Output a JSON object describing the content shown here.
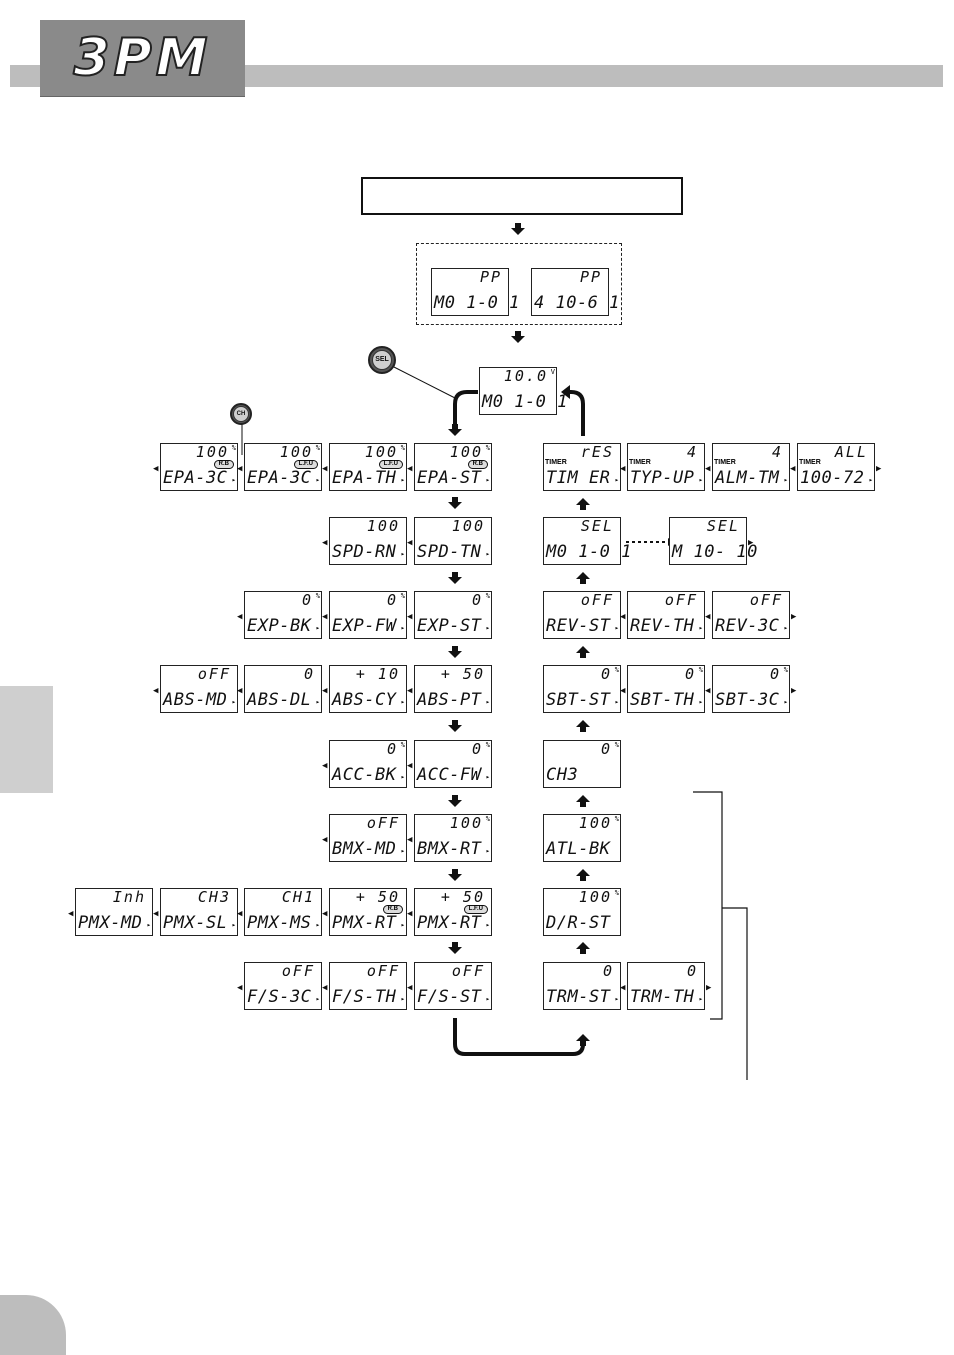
{
  "header": {
    "logo": "3PM"
  },
  "buttons": {
    "sel": "SEL",
    "ch": "CH"
  },
  "screens": {
    "init_a": {
      "value": "PP",
      "unit": "",
      "label": "M0 1-0 1",
      "timer": "",
      "badge": ""
    },
    "init_b": {
      "value": "PP",
      "unit": "",
      "label": "4 10-6 1",
      "timer": "",
      "badge": ""
    },
    "home": {
      "value": "10.0",
      "unit": "V",
      "label": "M0 1-0 1",
      "timer": "",
      "badge": ""
    },
    "epa_3c": {
      "value": "100",
      "unit": "%",
      "label": "EPA-3C",
      "timer": "",
      "badge": "R.B"
    },
    "epa_3c2": {
      "value": "100",
      "unit": "%",
      "label": "EPA-3C",
      "timer": "",
      "badge": "L.F.U"
    },
    "epa_th": {
      "value": "100",
      "unit": "%",
      "label": "EPA-TH",
      "timer": "",
      "badge": "L.F.U"
    },
    "epa_st": {
      "value": "100",
      "unit": "%",
      "label": "EPA-ST",
      "timer": "",
      "badge": "R.B"
    },
    "spd_rn": {
      "value": "100",
      "unit": "",
      "label": "SPD-RN",
      "timer": "",
      "badge": ""
    },
    "spd_tn": {
      "value": "100",
      "unit": "",
      "label": "SPD-TN",
      "timer": "",
      "badge": ""
    },
    "exp_bk": {
      "value": "0",
      "unit": "%",
      "label": "EXP-BK",
      "timer": "",
      "badge": ""
    },
    "exp_fw": {
      "value": "0",
      "unit": "%",
      "label": "EXP-FW",
      "timer": "",
      "badge": ""
    },
    "exp_st": {
      "value": "0",
      "unit": "%",
      "label": "EXP-ST",
      "timer": "",
      "badge": ""
    },
    "abs_md": {
      "value": "oFF",
      "unit": "",
      "label": "ABS-MD",
      "timer": "",
      "badge": ""
    },
    "abs_dl": {
      "value": "0",
      "unit": "",
      "label": "ABS-DL",
      "timer": "",
      "badge": ""
    },
    "abs_cy": {
      "value": "+ 10",
      "unit": "",
      "label": "ABS-CY",
      "timer": "",
      "badge": ""
    },
    "abs_pt": {
      "value": "+ 50",
      "unit": "",
      "label": "ABS-PT",
      "timer": "",
      "badge": ""
    },
    "acc_bk": {
      "value": "0",
      "unit": "%",
      "label": "ACC-BK",
      "timer": "",
      "badge": ""
    },
    "acc_fw": {
      "value": "0",
      "unit": "%",
      "label": "ACC-FW",
      "timer": "",
      "badge": ""
    },
    "bmx_md": {
      "value": "oFF",
      "unit": "",
      "label": "BMX-MD",
      "timer": "",
      "badge": ""
    },
    "bmx_rt": {
      "value": "100",
      "unit": "%",
      "label": "BMX-RT",
      "timer": "",
      "badge": ""
    },
    "pmx_md": {
      "value": "Inh",
      "unit": "",
      "label": "PMX-MD",
      "timer": "",
      "badge": ""
    },
    "pmx_sl": {
      "value": "CH3",
      "unit": "",
      "label": "PMX-SL",
      "timer": "",
      "badge": ""
    },
    "pmx_ms": {
      "value": "CH1",
      "unit": "",
      "label": "PMX-MS",
      "timer": "",
      "badge": ""
    },
    "pmx_rt1": {
      "value": "+ 50",
      "unit": "",
      "label": "PMX-RT",
      "timer": "",
      "badge": "R.B"
    },
    "pmx_rt2": {
      "value": "+ 50",
      "unit": "",
      "label": "PMX-RT",
      "timer": "",
      "badge": "L.F.U"
    },
    "fs_3c": {
      "value": "oFF",
      "unit": "",
      "label": "F/S-3C",
      "timer": "",
      "badge": ""
    },
    "fs_th": {
      "value": "oFF",
      "unit": "",
      "label": "F/S-TH",
      "timer": "",
      "badge": ""
    },
    "fs_st": {
      "value": "oFF",
      "unit": "",
      "label": "F/S-ST",
      "timer": "",
      "badge": ""
    },
    "timer": {
      "value": "rES",
      "unit": "",
      "label": "TIM ER",
      "timer": "TIMER",
      "badge": ""
    },
    "typ_up": {
      "value": "4",
      "unit": "",
      "label": "TYP-UP",
      "timer": "TIMER",
      "badge": ""
    },
    "alm_tm": {
      "value": "4",
      "unit": "",
      "label": "ALM-TM",
      "timer": "TIMER",
      "badge": ""
    },
    "t100_72": {
      "value": "ALL",
      "unit": "",
      "label": "100-72",
      "timer": "TIMER",
      "badge": ""
    },
    "sel_1": {
      "value": "SEL",
      "unit": "",
      "label": "M0 1-0 1",
      "timer": "",
      "badge": ""
    },
    "sel_10": {
      "value": "SEL",
      "unit": "",
      "label": "M 10- 10",
      "timer": "",
      "badge": ""
    },
    "rev_st": {
      "value": "oFF",
      "unit": "",
      "label": "REV-ST",
      "timer": "",
      "badge": ""
    },
    "rev_th": {
      "value": "oFF",
      "unit": "",
      "label": "REV-TH",
      "timer": "",
      "badge": ""
    },
    "rev_3c": {
      "value": "oFF",
      "unit": "",
      "label": "REV-3C",
      "timer": "",
      "badge": ""
    },
    "sbt_st": {
      "value": "0",
      "unit": "%",
      "label": "SBT-ST",
      "timer": "",
      "badge": ""
    },
    "sbt_th": {
      "value": "0",
      "unit": "%",
      "label": "SBT-TH",
      "timer": "",
      "badge": ""
    },
    "sbt_3c": {
      "value": "0",
      "unit": "%",
      "label": "SBT-3C",
      "timer": "",
      "badge": ""
    },
    "ch3": {
      "value": "0",
      "unit": "%",
      "label": "CH3",
      "timer": "",
      "badge": ""
    },
    "atl_bk": {
      "value": "100",
      "unit": "%",
      "label": "ATL-BK",
      "timer": "",
      "badge": ""
    },
    "dr_st": {
      "value": "100",
      "unit": "%",
      "label": "D/R-ST",
      "timer": "",
      "badge": ""
    },
    "trm_st": {
      "value": "0",
      "unit": "",
      "label": "TRM-ST",
      "timer": "",
      "badge": ""
    },
    "trm_th": {
      "value": "0",
      "unit": "",
      "label": "TRM-TH",
      "timer": "",
      "badge": ""
    }
  },
  "arrow_glyphs": {
    "left": "◀",
    "right": "▶",
    "caret": "▸"
  }
}
